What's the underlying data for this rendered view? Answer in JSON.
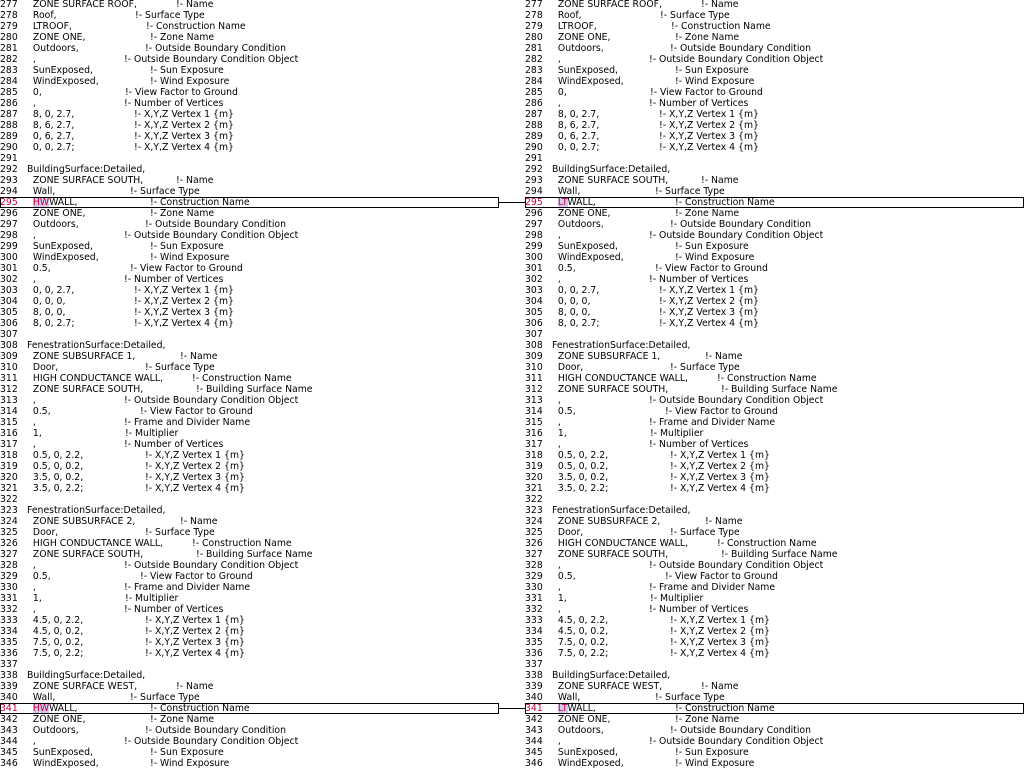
{
  "left": {
    "start": 277,
    "lines": [
      [
        "  ZONE SURFACE ROOF,",
        "!- Name",
        176
      ],
      [
        "  Roof,",
        "!- Surface Type",
        135
      ],
      [
        "  LTROOF,",
        "!- Construction Name",
        146
      ],
      [
        "  ZONE ONE,",
        "!- Zone Name",
        150
      ],
      [
        "  Outdoors,",
        "!- Outside Boundary Condition",
        145
      ],
      [
        "  ,",
        "!- Outside Boundary Condition Object",
        124
      ],
      [
        "  SunExposed,",
        "!- Sun Exposure",
        150
      ],
      [
        "  WindExposed,",
        "!- Wind Exposure",
        150
      ],
      [
        "  0,",
        "!- View Factor to Ground",
        125
      ],
      [
        "  ,",
        "!- Number of Vertices",
        124
      ],
      [
        "  8, 0, 2.7,",
        "!- X,Y,Z Vertex 1 {m}",
        134
      ],
      [
        "  8, 6, 2.7,",
        "!- X,Y,Z Vertex 2 {m}",
        134
      ],
      [
        "  0, 6, 2.7,",
        "!- X,Y,Z Vertex 3 {m}",
        134
      ],
      [
        "  0, 0, 2.7;",
        "!- X,Y,Z Vertex 4 {m}",
        134
      ],
      [
        "",
        "",
        0
      ],
      [
        "BuildingSurface:Detailed,",
        "",
        0
      ],
      [
        "  ZONE SURFACE SOUTH,",
        "!- Name",
        176
      ],
      [
        "  Wall,",
        "!- Surface Type",
        130
      ],
      [
        "  HWWALL,",
        "!- Construction Name",
        150
      ],
      [
        "  ZONE ONE,",
        "!- Zone Name",
        150
      ],
      [
        "  Outdoors,",
        "!- Outside Boundary Condition",
        145
      ],
      [
        "  ,",
        "!- Outside Boundary Condition Object",
        124
      ],
      [
        "  SunExposed,",
        "!- Sun Exposure",
        150
      ],
      [
        "  WindExposed,",
        "!- Wind Exposure",
        150
      ],
      [
        "  0.5,",
        "!- View Factor to Ground",
        130
      ],
      [
        "  ,",
        "!- Number of Vertices",
        124
      ],
      [
        "  0, 0, 2.7,",
        "!- X,Y,Z Vertex 1 {m}",
        134
      ],
      [
        "  0, 0, 0,",
        "!- X,Y,Z Vertex 2 {m}",
        134
      ],
      [
        "  8, 0, 0,",
        "!- X,Y,Z Vertex 3 {m}",
        134
      ],
      [
        "  8, 0, 2.7;",
        "!- X,Y,Z Vertex 4 {m}",
        134
      ],
      [
        "",
        "",
        0
      ],
      [
        "FenestrationSurface:Detailed,",
        "",
        0
      ],
      [
        "  ZONE SUBSURFACE 1,",
        "!- Name",
        180
      ],
      [
        "  Door,",
        "!- Surface Type",
        145
      ],
      [
        "  HIGH CONDUCTANCE WALL,",
        "!- Construction Name",
        192
      ],
      [
        "  ZONE SURFACE SOUTH,",
        "!- Building Surface Name",
        196
      ],
      [
        "  ,",
        "!- Outside Boundary Condition Object",
        124
      ],
      [
        "  0.5,",
        "!- View Factor to Ground",
        140
      ],
      [
        "  ,",
        "!- Frame and Divider Name",
        124
      ],
      [
        "  1,",
        "!- Multiplier",
        125
      ],
      [
        "  ,",
        "!- Number of Vertices",
        124
      ],
      [
        "  0.5, 0, 2.2,",
        "!- X,Y,Z Vertex 1 {m}",
        145
      ],
      [
        "  0.5, 0, 0.2,",
        "!- X,Y,Z Vertex 2 {m}",
        145
      ],
      [
        "  3.5, 0, 0.2,",
        "!- X,Y,Z Vertex 3 {m}",
        145
      ],
      [
        "  3.5, 0, 2.2;",
        "!- X,Y,Z Vertex 4 {m}",
        145
      ],
      [
        "",
        "",
        0
      ],
      [
        "FenestrationSurface:Detailed,",
        "",
        0
      ],
      [
        "  ZONE SUBSURFACE 2,",
        "!- Name",
        180
      ],
      [
        "  Door,",
        "!- Surface Type",
        145
      ],
      [
        "  HIGH CONDUCTANCE WALL,",
        "!- Construction Name",
        192
      ],
      [
        "  ZONE SURFACE SOUTH,",
        "!- Building Surface Name",
        196
      ],
      [
        "  ,",
        "!- Outside Boundary Condition Object",
        124
      ],
      [
        "  0.5,",
        "!- View Factor to Ground",
        140
      ],
      [
        "  ,",
        "!- Frame and Divider Name",
        124
      ],
      [
        "  1,",
        "!- Multiplier",
        125
      ],
      [
        "  ,",
        "!- Number of Vertices",
        124
      ],
      [
        "  4.5, 0, 2.2,",
        "!- X,Y,Z Vertex 1 {m}",
        145
      ],
      [
        "  4.5, 0, 0.2,",
        "!- X,Y,Z Vertex 2 {m}",
        145
      ],
      [
        "  7.5, 0, 0.2,",
        "!- X,Y,Z Vertex 3 {m}",
        145
      ],
      [
        "  7.5, 0, 2.2;",
        "!- X,Y,Z Vertex 4 {m}",
        145
      ],
      [
        "",
        "",
        0
      ],
      [
        "BuildingSurface:Detailed,",
        "",
        0
      ],
      [
        "  ZONE SURFACE WEST,",
        "!- Name",
        176
      ],
      [
        "  Wall,",
        "!- Surface Type",
        130
      ],
      [
        "  HWWALL,",
        "!- Construction Name",
        150
      ],
      [
        "  ZONE ONE,",
        "!- Zone Name",
        150
      ],
      [
        "  Outdoors,",
        "!- Outside Boundary Condition",
        145
      ],
      [
        "  ,",
        "!- Outside Boundary Condition Object",
        124
      ],
      [
        "  SunExposed,",
        "!- Sun Exposure",
        150
      ],
      [
        "  WindExposed,",
        "!- Wind Exposure",
        150
      ]
    ]
  },
  "right": {
    "start": 277,
    "lines": [
      [
        "  ZONE SURFACE ROOF,",
        "!- Name",
        176
      ],
      [
        "  Roof,",
        "!- Surface Type",
        135
      ],
      [
        "  LTROOF,",
        "!- Construction Name",
        146
      ],
      [
        "  ZONE ONE,",
        "!- Zone Name",
        150
      ],
      [
        "  Outdoors,",
        "!- Outside Boundary Condition",
        145
      ],
      [
        "  ,",
        "!- Outside Boundary Condition Object",
        124
      ],
      [
        "  SunExposed,",
        "!- Sun Exposure",
        150
      ],
      [
        "  WindExposed,",
        "!- Wind Exposure",
        150
      ],
      [
        "  0,",
        "!- View Factor to Ground",
        125
      ],
      [
        "  ,",
        "!- Number of Vertices",
        124
      ],
      [
        "  8, 0, 2.7,",
        "!- X,Y,Z Vertex 1 {m}",
        134
      ],
      [
        "  8, 6, 2.7,",
        "!- X,Y,Z Vertex 2 {m}",
        134
      ],
      [
        "  0, 6, 2.7,",
        "!- X,Y,Z Vertex 3 {m}",
        134
      ],
      [
        "  0, 0, 2.7;",
        "!- X,Y,Z Vertex 4 {m}",
        134
      ],
      [
        "",
        "",
        0
      ],
      [
        "BuildingSurface:Detailed,",
        "",
        0
      ],
      [
        "  ZONE SURFACE SOUTH,",
        "!- Name",
        176
      ],
      [
        "  Wall,",
        "!- Surface Type",
        130
      ],
      [
        "  LTWALL,",
        "!- Construction Name",
        150
      ],
      [
        "  ZONE ONE,",
        "!- Zone Name",
        150
      ],
      [
        "  Outdoors,",
        "!- Outside Boundary Condition",
        145
      ],
      [
        "  ,",
        "!- Outside Boundary Condition Object",
        124
      ],
      [
        "  SunExposed,",
        "!- Sun Exposure",
        150
      ],
      [
        "  WindExposed,",
        "!- Wind Exposure",
        150
      ],
      [
        "  0.5,",
        "!- View Factor to Ground",
        130
      ],
      [
        "  ,",
        "!- Number of Vertices",
        124
      ],
      [
        "  0, 0, 2.7,",
        "!- X,Y,Z Vertex 1 {m}",
        134
      ],
      [
        "  0, 0, 0,",
        "!- X,Y,Z Vertex 2 {m}",
        134
      ],
      [
        "  8, 0, 0,",
        "!- X,Y,Z Vertex 3 {m}",
        134
      ],
      [
        "  8, 0, 2.7;",
        "!- X,Y,Z Vertex 4 {m}",
        134
      ],
      [
        "",
        "",
        0
      ],
      [
        "FenestrationSurface:Detailed,",
        "",
        0
      ],
      [
        "  ZONE SUBSURFACE 1,",
        "!- Name",
        180
      ],
      [
        "  Door,",
        "!- Surface Type",
        145
      ],
      [
        "  HIGH CONDUCTANCE WALL,",
        "!- Construction Name",
        192
      ],
      [
        "  ZONE SURFACE SOUTH,",
        "!- Building Surface Name",
        196
      ],
      [
        "  ,",
        "!- Outside Boundary Condition Object",
        124
      ],
      [
        "  0.5,",
        "!- View Factor to Ground",
        140
      ],
      [
        "  ,",
        "!- Frame and Divider Name",
        124
      ],
      [
        "  1,",
        "!- Multiplier",
        125
      ],
      [
        "  ,",
        "!- Number of Vertices",
        124
      ],
      [
        "  0.5, 0, 2.2,",
        "!- X,Y,Z Vertex 1 {m}",
        145
      ],
      [
        "  0.5, 0, 0.2,",
        "!- X,Y,Z Vertex 2 {m}",
        145
      ],
      [
        "  3.5, 0, 0.2,",
        "!- X,Y,Z Vertex 3 {m}",
        145
      ],
      [
        "  3.5, 0, 2.2;",
        "!- X,Y,Z Vertex 4 {m}",
        145
      ],
      [
        "",
        "",
        0
      ],
      [
        "FenestrationSurface:Detailed,",
        "",
        0
      ],
      [
        "  ZONE SUBSURFACE 2,",
        "!- Name",
        180
      ],
      [
        "  Door,",
        "!- Surface Type",
        145
      ],
      [
        "  HIGH CONDUCTANCE WALL,",
        "!- Construction Name",
        192
      ],
      [
        "  ZONE SURFACE SOUTH,",
        "!- Building Surface Name",
        196
      ],
      [
        "  ,",
        "!- Outside Boundary Condition Object",
        124
      ],
      [
        "  0.5,",
        "!- View Factor to Ground",
        140
      ],
      [
        "  ,",
        "!- Frame and Divider Name",
        124
      ],
      [
        "  1,",
        "!- Multiplier",
        125
      ],
      [
        "  ,",
        "!- Number of Vertices",
        124
      ],
      [
        "  4.5, 0, 2.2,",
        "!- X,Y,Z Vertex 1 {m}",
        145
      ],
      [
        "  4.5, 0, 0.2,",
        "!- X,Y,Z Vertex 2 {m}",
        145
      ],
      [
        "  7.5, 0, 0.2,",
        "!- X,Y,Z Vertex 3 {m}",
        145
      ],
      [
        "  7.5, 0, 2.2;",
        "!- X,Y,Z Vertex 4 {m}",
        145
      ],
      [
        "",
        "",
        0
      ],
      [
        "BuildingSurface:Detailed,",
        "",
        0
      ],
      [
        "  ZONE SURFACE WEST,",
        "!- Name",
        176
      ],
      [
        "  Wall,",
        "!- Surface Type",
        130
      ],
      [
        "  LTWALL,",
        "!- Construction Name",
        150
      ],
      [
        "  ZONE ONE,",
        "!- Zone Name",
        150
      ],
      [
        "  Outdoors,",
        "!- Outside Boundary Condition",
        145
      ],
      [
        "  ,",
        "!- Outside Boundary Condition Object",
        124
      ],
      [
        "  SunExposed,",
        "!- Sun Exposure",
        150
      ],
      [
        "  WindExposed,",
        "!- Wind Exposure",
        150
      ]
    ]
  },
  "diff_lines": [
    295,
    341
  ],
  "colors": {
    "diff_text": "#c0003c",
    "diff_highlight": "#d4c8ee",
    "border": "#000000"
  }
}
